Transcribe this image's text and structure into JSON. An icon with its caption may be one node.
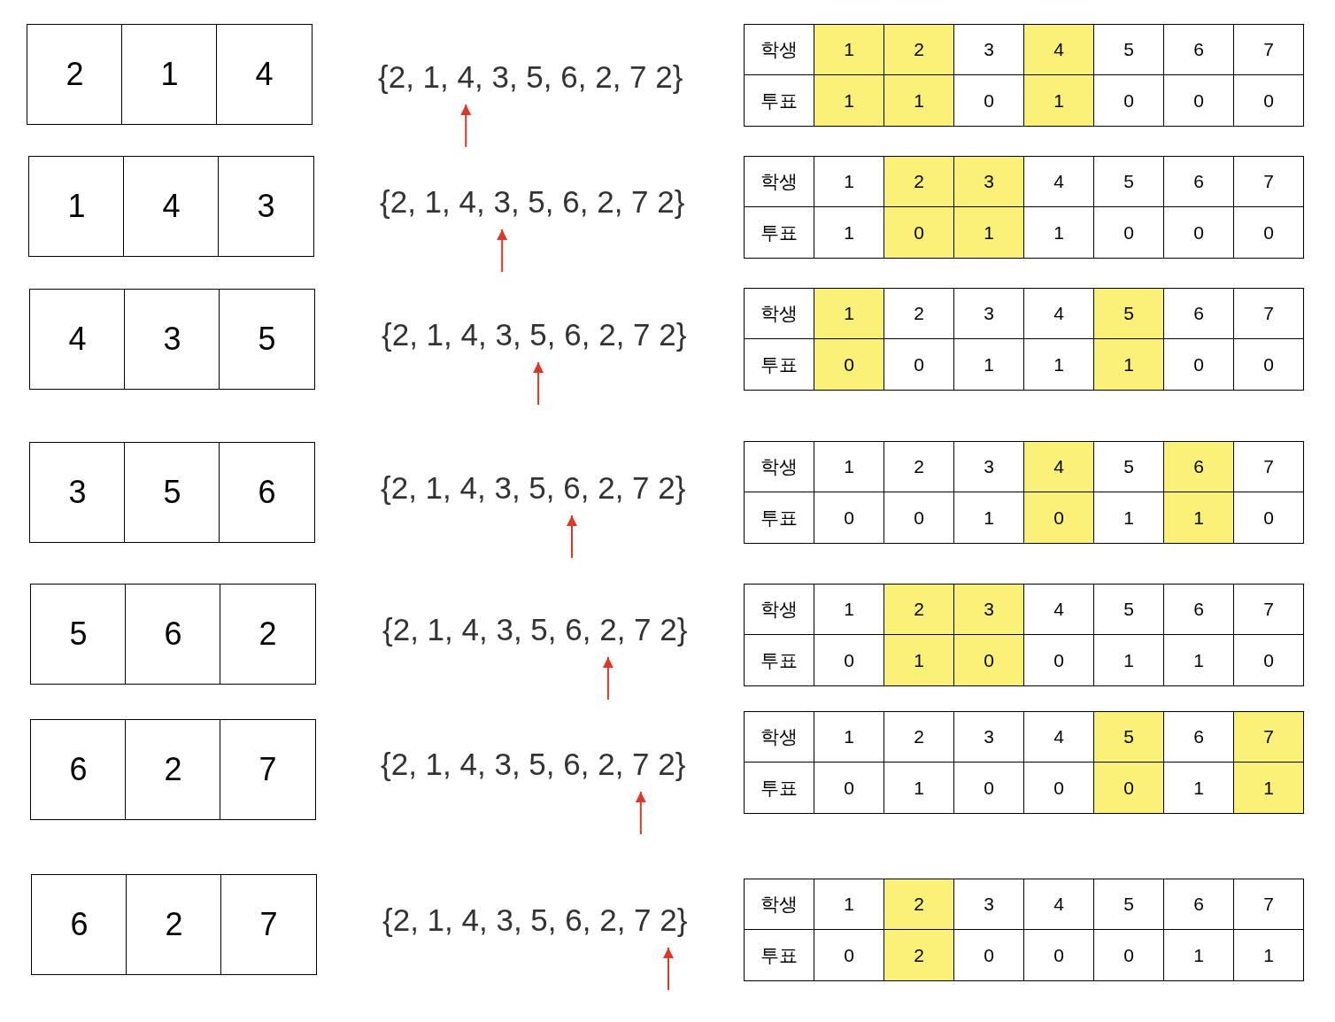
{
  "diagram": {
    "nodes": [
      {
        "text": [
          "2"
        ]
      },
      {
        "text": [
          "1"
        ]
      },
      {
        "text": [
          "4"
        ]
      },
      {
        "text": [
          "{2, 1, 4, 3, 5, 6, 2, 7 2}"
        ]
      },
      {
        "text": [
          "1"
        ]
      },
      {
        "text": [
          "4"
        ]
      },
      {
        "text": [
          "3"
        ]
      },
      {
        "text": [
          "{2, 1, 4, 3, 5, 6, 2, 7 2}"
        ]
      },
      {
        "text": [
          "4"
        ]
      },
      {
        "text": [
          "3"
        ]
      },
      {
        "text": [
          "5"
        ]
      },
      {
        "text": [
          "{2, 1, 4, 3, 5, 6, 2, 7 2}"
        ]
      },
      {
        "text": [
          "3"
        ]
      },
      {
        "text": [
          "5"
        ]
      },
      {
        "text": [
          "6"
        ]
      },
      {
        "text": [
          "{2, 1, 4, 3, 5, 6, 2, 7 2}"
        ]
      },
      {
        "text": [
          "5"
        ]
      },
      {
        "text": [
          "6"
        ]
      },
      {
        "text": [
          "2"
        ]
      },
      {
        "text": [
          "{2, 1, 4, 3, 5, 6, 2, 7 2}"
        ]
      },
      {
        "text": [
          "6"
        ]
      },
      {
        "text": [
          "2"
        ]
      },
      {
        "text": [
          "7"
        ]
      },
      {
        "text": [
          "{2, 1, 4, 3, 5, 6, 2, 7 2}"
        ]
      },
      {
        "text": [
          "6"
        ]
      },
      {
        "text": [
          "2"
        ]
      },
      {
        "text": [
          "7"
        ]
      },
      {
        "text": [
          "{2, 1, 4, 3, 5, 6, 2, 7 2}"
        ]
      }
    ],
    "edges": [
      {
        "from": null,
        "to": 3,
        "arrow": "to"
      },
      {
        "from": null,
        "to": 7,
        "arrow": "to"
      },
      {
        "from": null,
        "to": 11,
        "arrow": "to"
      },
      {
        "from": null,
        "to": 15,
        "arrow": "to"
      },
      {
        "from": null,
        "to": 19,
        "arrow": "to"
      },
      {
        "from": null,
        "to": 23,
        "arrow": "to"
      },
      {
        "from": null,
        "to": 27,
        "arrow": "to"
      }
    ],
    "labels": [
      "학생",
      "1",
      "2",
      "3",
      "4",
      "5",
      "6",
      "7",
      "투표",
      "1",
      "1",
      "0",
      "1",
      "0",
      "0",
      "0",
      "학생",
      "1",
      "2",
      "3",
      "4",
      "5",
      "6",
      "7",
      "투표",
      "1",
      "0",
      "1",
      "1",
      "0",
      "0",
      "0",
      "학생",
      "1",
      "2",
      "3",
      "4",
      "5",
      "6",
      "7",
      "투표",
      "0",
      "0",
      "1",
      "1",
      "1",
      "0",
      "0",
      "학생",
      "1",
      "2",
      "3",
      "4",
      "5",
      "6",
      "7",
      "투표",
      "0",
      "0",
      "1",
      "0",
      "1",
      "1",
      "0",
      "학생",
      "1",
      "2",
      "3",
      "4",
      "5",
      "6",
      "7",
      "투표",
      "0",
      "1",
      "0",
      "0",
      "1",
      "1",
      "0",
      "학생",
      "1",
      "2",
      "3",
      "4",
      "5",
      "6",
      "7",
      "투표",
      "0",
      "1",
      "0",
      "0",
      "0",
      "1",
      "1",
      "학생",
      "1",
      "2",
      "3",
      "4",
      "5",
      "6",
      "7",
      "투표",
      "0",
      "2",
      "0",
      "0",
      "0",
      "1",
      "1"
    ]
  }
}
